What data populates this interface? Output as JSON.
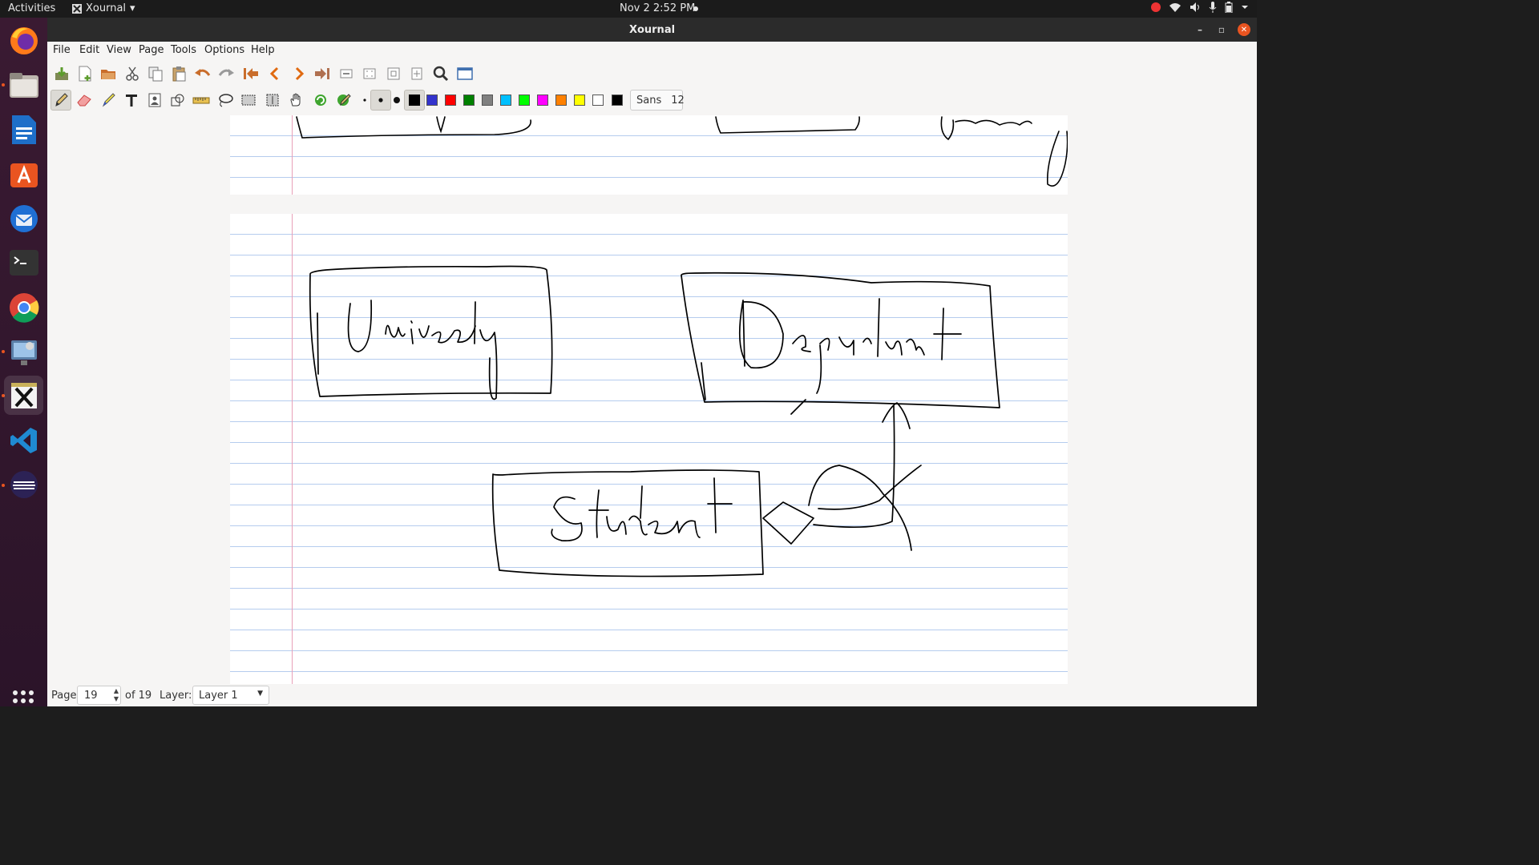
{
  "topbar": {
    "activities": "Activities",
    "app_menu": "Xournal",
    "app_menu_arrow": "▾",
    "clock": "Nov 2  2:52 PM",
    "tray_icons": [
      "record-indicator",
      "wifi-icon",
      "volume-icon",
      "mic-icon",
      "battery-icon",
      "system-menu-arrow"
    ]
  },
  "dock": {
    "items": [
      "firefox",
      "files",
      "libreoffice-writer",
      "ubuntu-software",
      "thunderbird",
      "terminal",
      "chrome",
      "screenshot-tool",
      "xournal",
      "vscode",
      "eclipse"
    ]
  },
  "window": {
    "title": "Xournal",
    "minimize": "–",
    "maximize": "▫",
    "close": "✕"
  },
  "menu": [
    "File",
    "Edit",
    "View",
    "Page",
    "Tools",
    "Options",
    "Help"
  ],
  "toolbar1": [
    "save-icon",
    "new-icon",
    "open-icon",
    "cut-icon",
    "copy-icon",
    "paste-icon",
    "undo-icon",
    "redo-icon",
    "first-page-icon",
    "prev-page-icon",
    "next-page-icon",
    "last-page-icon",
    "zoom-out-icon",
    "zoom-fit-icon",
    "zoom-100-icon",
    "zoom-in-icon",
    "zoom-icon",
    "fullscreen-icon"
  ],
  "toolbar2_tools": [
    "pen-icon",
    "eraser-icon",
    "highlighter-icon",
    "text-icon",
    "image-icon",
    "shape-recognizer-icon",
    "ruler-icon",
    "lasso-select-icon",
    "rect-select-icon",
    "vertical-space-icon",
    "hand-icon",
    "default-tool-icon",
    "default-pen-icon"
  ],
  "colors": [
    "#000000",
    "#3333cc",
    "#ff0000",
    "#008000",
    "#808080",
    "#00c0ff",
    "#00ff00",
    "#ff00ff",
    "#ff8000",
    "#ffff00",
    "#ffffff",
    "#000000"
  ],
  "font": {
    "name": "Sans",
    "size": "12"
  },
  "status": {
    "page_label": "Page",
    "page_value": "19",
    "of_label": "of 19",
    "layer_label": "Layer:",
    "layer_value": "Layer 1"
  },
  "handwriting": {
    "box1": "University",
    "box2": "Department",
    "box3": "Student"
  }
}
